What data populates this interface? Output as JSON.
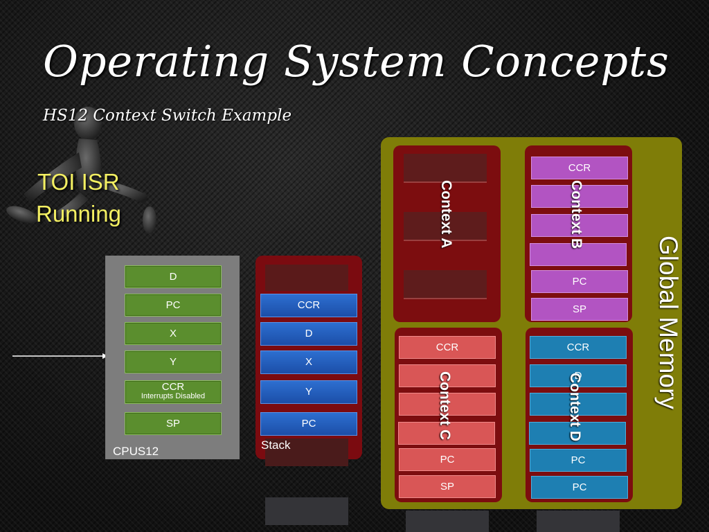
{
  "title": "Operating System Concepts",
  "subtitle": "HS12 Context Switch Example",
  "status": {
    "line1": "TOI ISR",
    "line2": "Running"
  },
  "cpu": {
    "label": "CPUS12",
    "registers": [
      "D",
      "PC",
      "X",
      "Y",
      "CCR",
      "SP"
    ],
    "ccr_note": "Interrupts Disabled"
  },
  "stack": {
    "label": "Stack",
    "registers": [
      "CCR",
      "D",
      "X",
      "Y",
      "PC"
    ]
  },
  "global_memory": {
    "label": "Global Memory",
    "contexts": {
      "a": {
        "title": "Context A"
      },
      "b": {
        "title": "Context B",
        "registers": [
          "CCR",
          "",
          "",
          "",
          "PC",
          "SP"
        ]
      },
      "c": {
        "title": "Context C",
        "registers": [
          "CCR",
          "",
          "",
          "",
          "PC",
          "SP"
        ]
      },
      "d": {
        "title": "Context D",
        "registers": [
          "CCR",
          "D",
          "",
          "",
          "PC",
          "PC"
        ]
      }
    }
  },
  "colors": {
    "cpu_register": "#5b8e2e",
    "stack_register": "#2d6fd0",
    "context_b": "#b254c2",
    "context_c": "#d95656",
    "context_d": "#1e7fb2",
    "global_memory": "#7f7d08",
    "highlight_text": "#f3ef62"
  }
}
